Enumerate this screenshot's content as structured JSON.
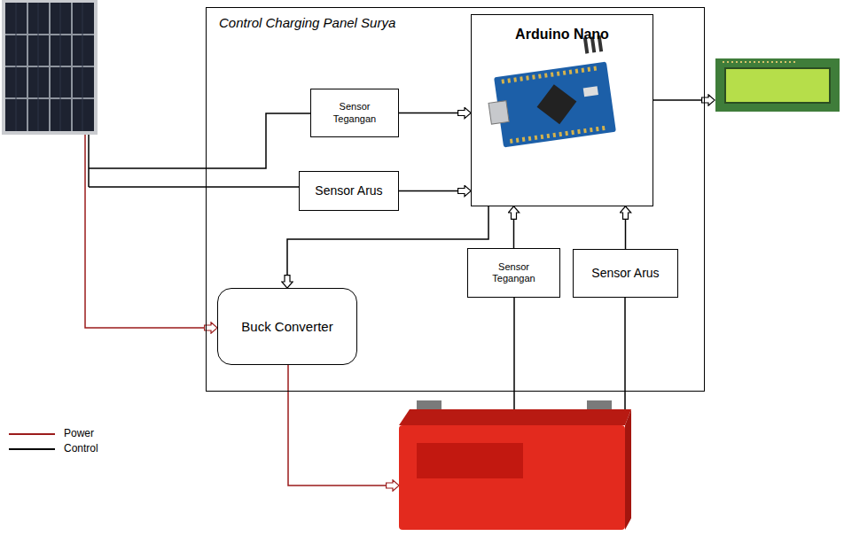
{
  "diagram": {
    "nodes": [
      {
        "text": [
          "Control Charging Panel Surya"
        ]
      },
      {
        "text": [
          "Arduino Nano"
        ],
        "in": 0
      },
      {
        "text": [
          "Sensor Tegangan"
        ],
        "in": 0
      },
      {
        "text": [
          "Sensor Arus"
        ],
        "in": 0
      },
      {
        "text": [
          "Buck Converter"
        ],
        "in": 0
      },
      {
        "text": [
          "Sensor Tegangan"
        ],
        "in": 0
      },
      {
        "text": [
          "Sensor Arus"
        ],
        "in": 0
      }
    ],
    "edges": [
      {
        "from": 2,
        "to": 1,
        "arrow": "to"
      },
      {
        "from": 3,
        "to": 1,
        "arrow": "to"
      },
      {
        "from": 1,
        "to": 4,
        "arrow": "to"
      },
      {
        "from": 5,
        "to": 1,
        "arrow": "to"
      },
      {
        "from": 6,
        "to": 1,
        "arrow": "to"
      }
    ],
    "legend": [
      {
        "text": "Power"
      },
      {
        "text": "Control"
      }
    ]
  }
}
